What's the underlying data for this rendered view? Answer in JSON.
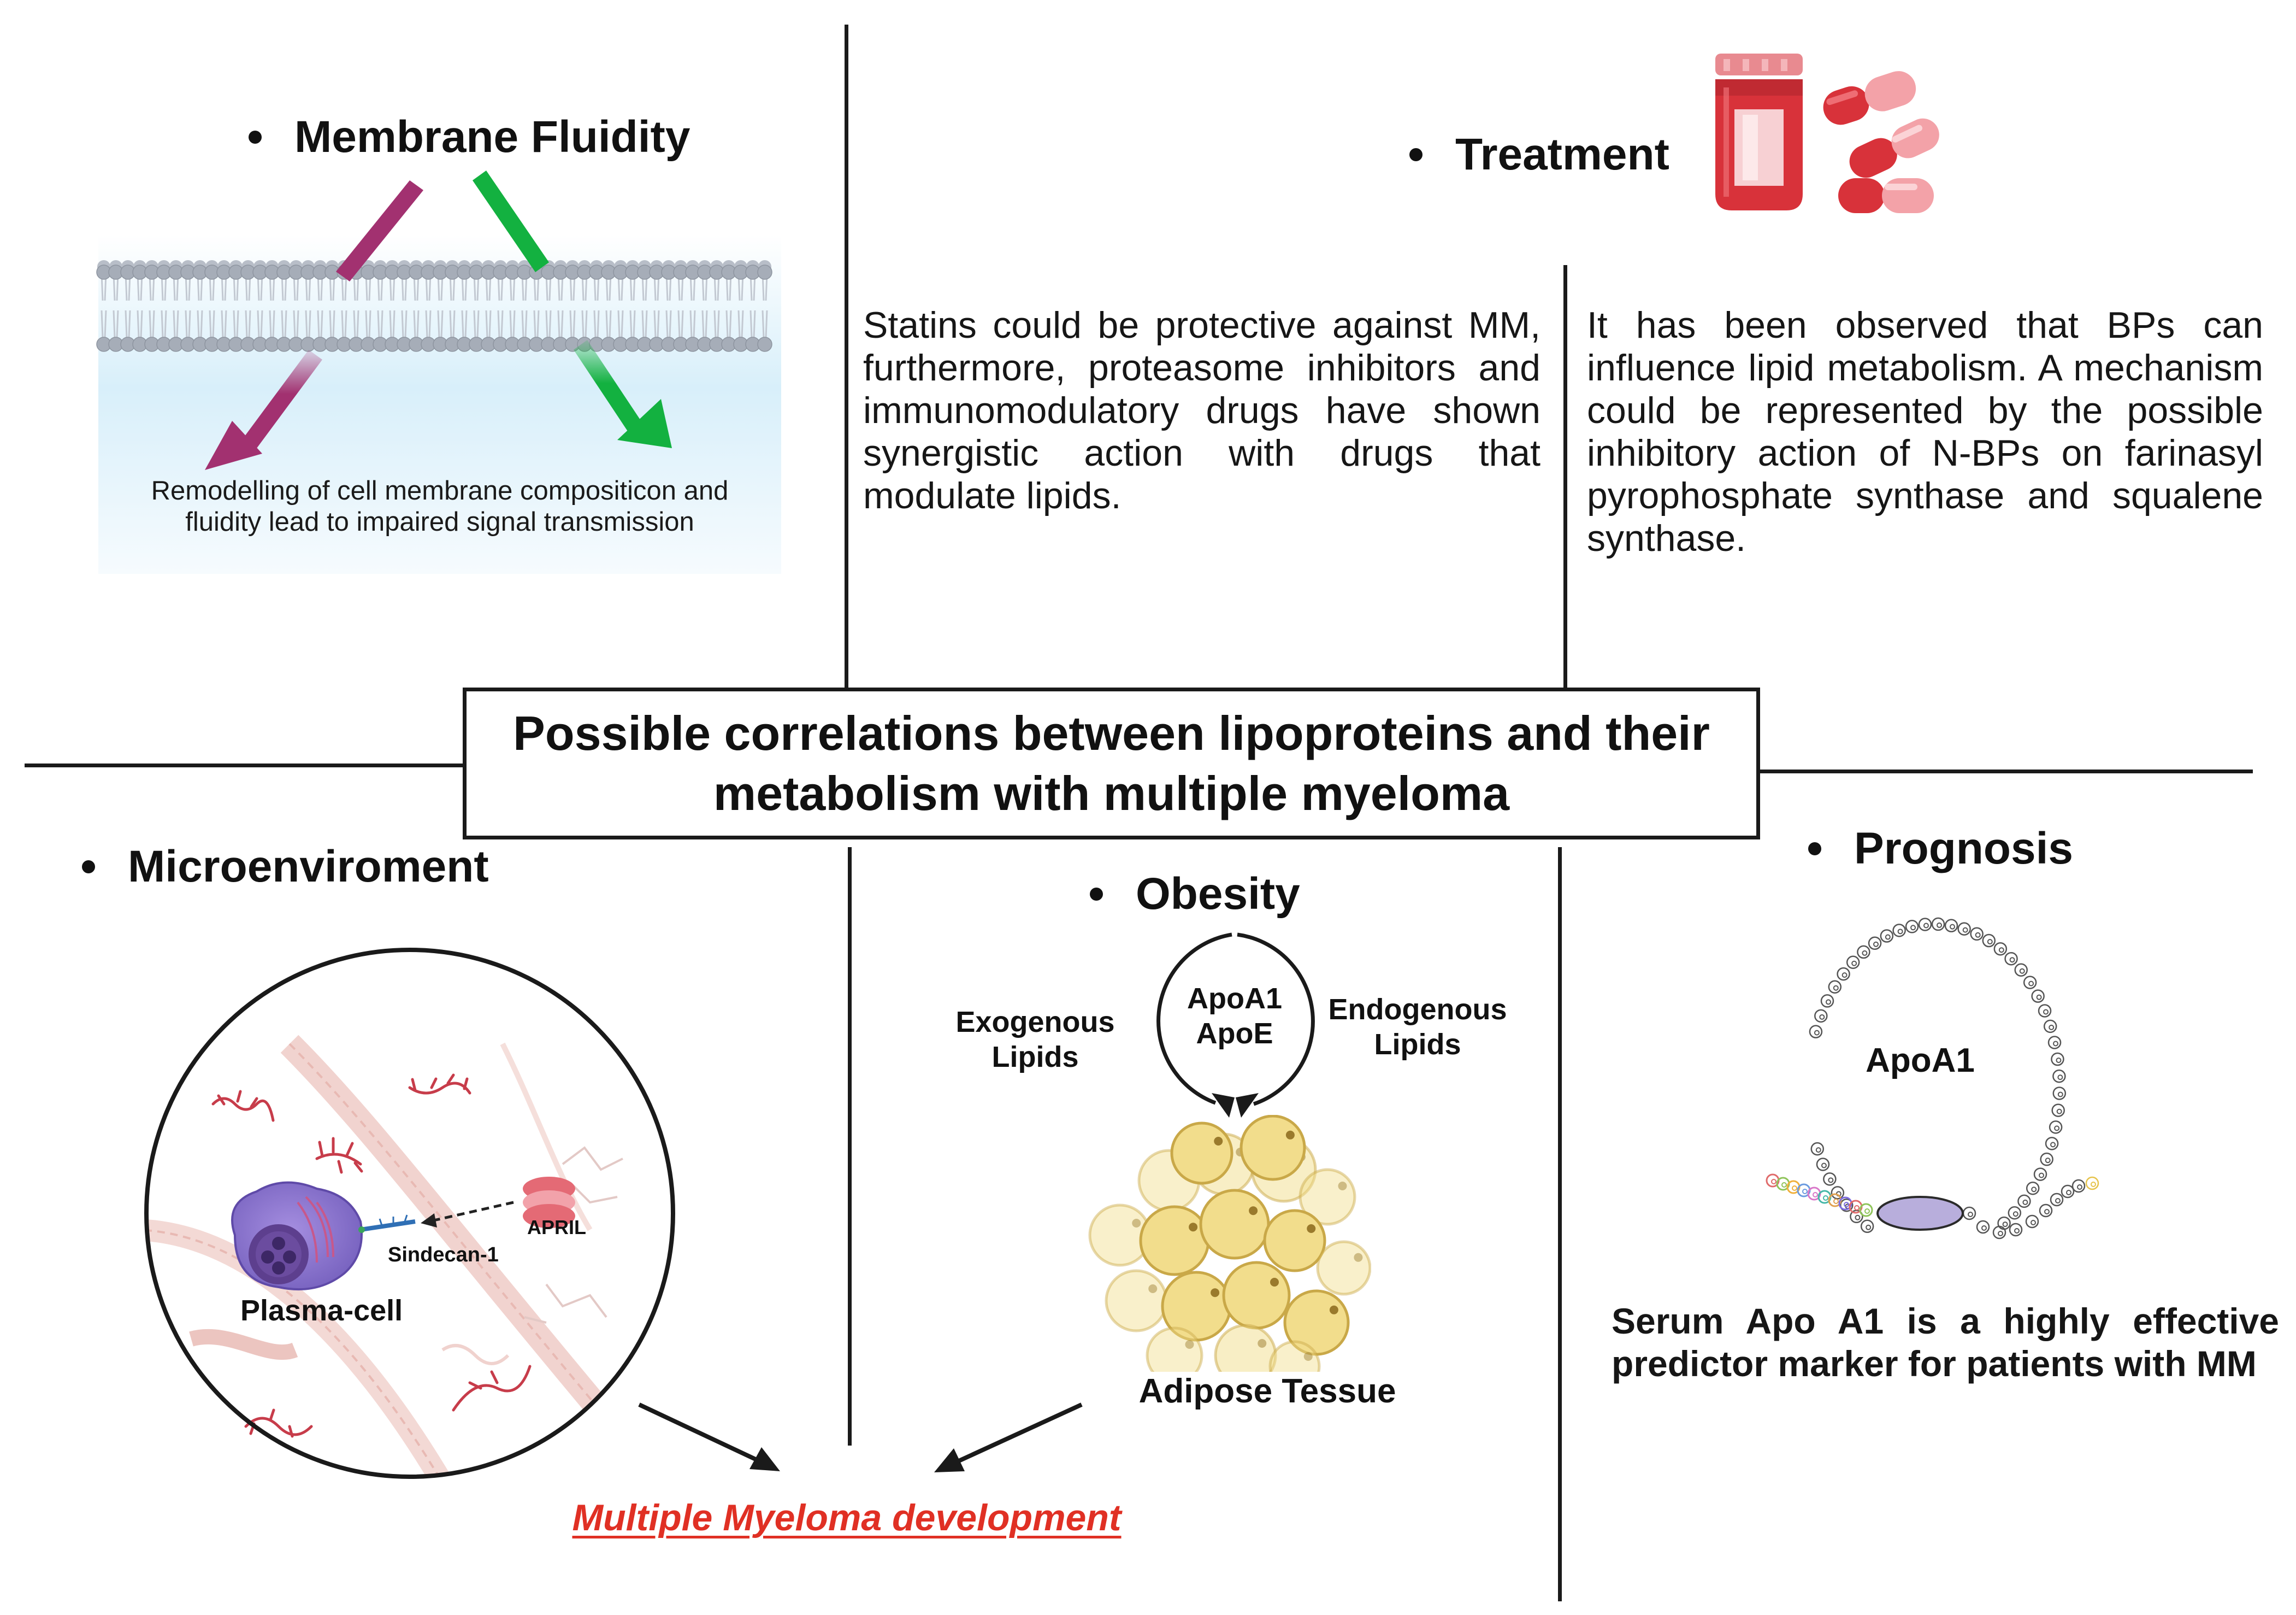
{
  "title": {
    "line1": "Possible correlations between lipoproteins and their",
    "line2": "metabolism with multiple myeloma"
  },
  "membrane_fluidity": {
    "heading": "Membrane Fluidity",
    "caption_line1": "Remodelling of cell membrane compositicon and",
    "caption_line2": "fluidity lead to impaired signal transmission",
    "colors": {
      "decrease_arrow": "#a23170",
      "increase_arrow": "#13b140",
      "lipid_head": "#a6adb8"
    }
  },
  "treatment": {
    "heading": "Treatment",
    "icon": "pill-bottle-and-capsules-icon",
    "statins_text": "Statins could be protective against MM, furthermore, proteasome inhibitors and immunomodulatory drugs have shown synergistic action with drugs that modulate lipids.",
    "bps_text": "It has been observed that BPs can influence lipid metabolism. A mechanism could be represented by the possible inhibitory action of N-BPs on farinasyl pyrophosphate synthase and squalene synthase."
  },
  "microenvironment": {
    "heading": "Microenviroment",
    "labels": {
      "plasma_cell": "Plasma-cell",
      "sindecan": "Sindecan-1",
      "april": "APRIL"
    },
    "colors": {
      "cell": "#8a74c9",
      "fibers": "#c73c4a",
      "april": "#e46a75"
    }
  },
  "obesity": {
    "heading": "Obesity",
    "cycle_line1": "ApoA1",
    "cycle_line2": "ApoE",
    "exogenous_line1": "Exogenous",
    "exogenous_line2": "Lipids",
    "endogenous_line1": "Endogenous",
    "endogenous_line2": "Lipids",
    "adipose_label": "Adipose Tessue",
    "colors": {
      "adipocyte": "#f2dd8c",
      "adipocyte_edge": "#c9a848"
    }
  },
  "prognosis": {
    "heading": "Prognosis",
    "protein_label": "ApoA1",
    "statement_line1": "Serum Apo A1 is a highly effective",
    "statement_line2": "predictor marker for patients with MM",
    "colors": {
      "oval": "#b8aedc"
    }
  },
  "outcome": {
    "label": "Multiple Myeloma development",
    "color": "#e03024"
  }
}
